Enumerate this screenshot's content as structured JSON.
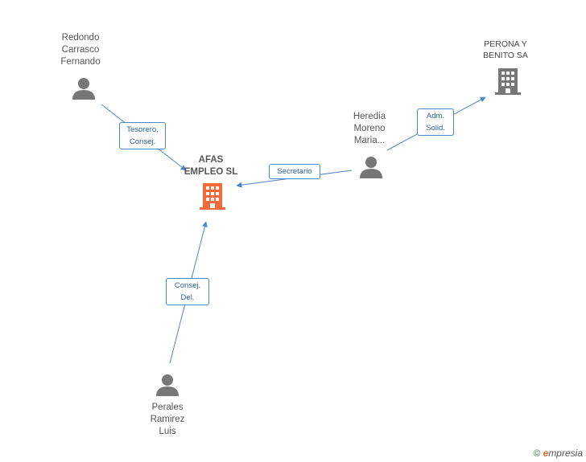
{
  "nodes": {
    "redondo": "Redondo\nCarrasco\nFernando",
    "heredia": "Heredia\nMoreno\nMaria...",
    "perales": "Perales\nRamirez\nLuis",
    "afas": "AFAS\nEMPLEO SL",
    "perona": "PERONA Y\nBENITO SA"
  },
  "edges": {
    "tesorero": "Tesorero,\nConsej.",
    "secretario": "Secretario",
    "adm": "Adm.\nSolid.",
    "consej_del": "Consej.\nDel."
  },
  "footer": {
    "copyright": "©",
    "brand_initial": "e",
    "brand_rest": "mpresia"
  },
  "colors": {
    "edge": "#4a86c8",
    "person": "#777777",
    "company": "#777777",
    "company_main": "#f26a3c"
  },
  "icons": {
    "person": "person-icon",
    "company": "building-icon"
  }
}
